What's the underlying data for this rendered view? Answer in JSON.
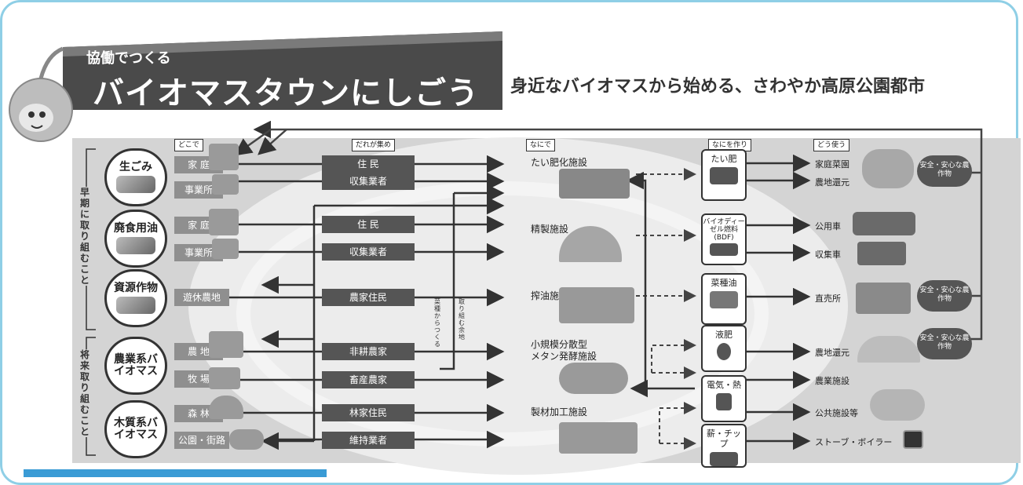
{
  "header": {
    "kicker": "協働でつくる",
    "title": "バイオマスタウンにしごう",
    "subtitle": "身近なバイオマスから始める、さわやか高原公園都市"
  },
  "columns": {
    "where": "どこで",
    "who": "だれが集め",
    "what": "なにで",
    "make": "なにを作り",
    "how": "どう使う"
  },
  "side_labels": {
    "early": "早期に取り組むこと",
    "future": "将来取り組むこと"
  },
  "sources": [
    {
      "name": "生ごみ",
      "places": [
        "家 庭",
        "事業所"
      ]
    },
    {
      "name": "廃食用油",
      "places": [
        "家 庭",
        "事業所"
      ]
    },
    {
      "name": "資源作物",
      "places": [
        "遊休農地"
      ]
    },
    {
      "name": "農業系バイオマス",
      "places": [
        "農 地",
        "牧 場"
      ]
    },
    {
      "name": "木質系バイオマス",
      "places": [
        "森 林",
        "公園・街路"
      ]
    }
  ],
  "collectors": [
    "住 民",
    "収集業者",
    "住 民",
    "収集業者",
    "農家住民",
    "非耕農家",
    "畜産農家",
    "林家住民",
    "維持業者"
  ],
  "facilities": [
    "たい肥化施設",
    "精製施設",
    "搾油施設",
    "小規模分散型",
    "メタン発酵施設",
    "製材加工施設"
  ],
  "flow_notes": [
    "菜種からつくる",
    "取り組む余地"
  ],
  "products": [
    {
      "name": "たい肥"
    },
    {
      "name": "バイオディーゼル燃料(BDF)"
    },
    {
      "name": "菜種油"
    },
    {
      "name": "液肥"
    },
    {
      "name": "電気・熱"
    },
    {
      "name": "薪・チップ"
    }
  ],
  "uses": [
    "家庭菜園",
    "農地還元",
    "公用車",
    "収集車",
    "直売所",
    "農地還元",
    "農業施設",
    "公共施設等",
    "ストーブ・ボイラー"
  ],
  "badges": [
    "安全・安心な農作物",
    "安全・安心な農作物",
    "安全・安心な農作物"
  ],
  "colors": {
    "frame": "#8fcfe6",
    "band": "#3a9bd5",
    "dark": "#555555"
  }
}
